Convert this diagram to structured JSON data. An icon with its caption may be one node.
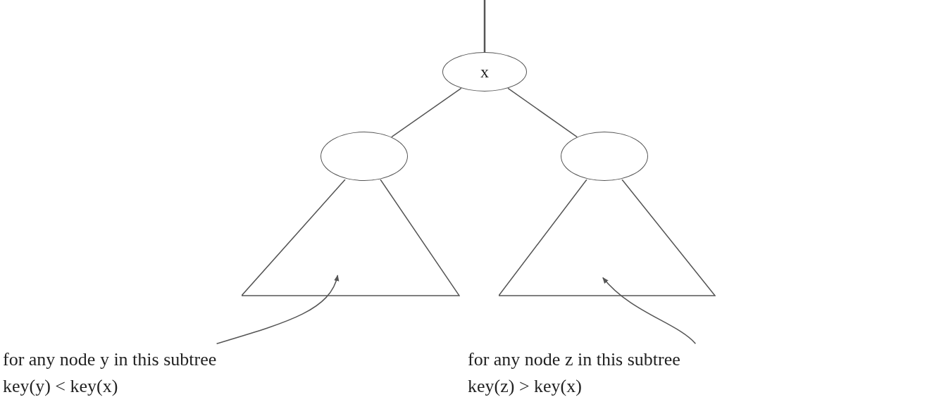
{
  "diagram": {
    "nodes": [
      {
        "text": [
          "x"
        ]
      },
      {
        "text": [],
        "shape": "circle"
      },
      {
        "text": [],
        "shape": "circle"
      },
      {
        "text": [],
        "shape": "triangle"
      },
      {
        "text": [],
        "shape": "triangle"
      },
      {
        "text": [
          "for any node y in this subtree",
          "key(y) < key(x)"
        ]
      },
      {
        "text": [
          "for any node z in this subtree",
          "key(z) > key(x)"
        ]
      }
    ],
    "edges": [
      {
        "from": null,
        "to": 0,
        "arrow": "none"
      },
      {
        "from": 0,
        "to": 1,
        "arrow": "none"
      },
      {
        "from": 0,
        "to": 2,
        "arrow": "none"
      },
      {
        "from": 5,
        "to": 3,
        "arrow": "to"
      },
      {
        "from": 6,
        "to": 4,
        "arrow": "to"
      }
    ]
  }
}
